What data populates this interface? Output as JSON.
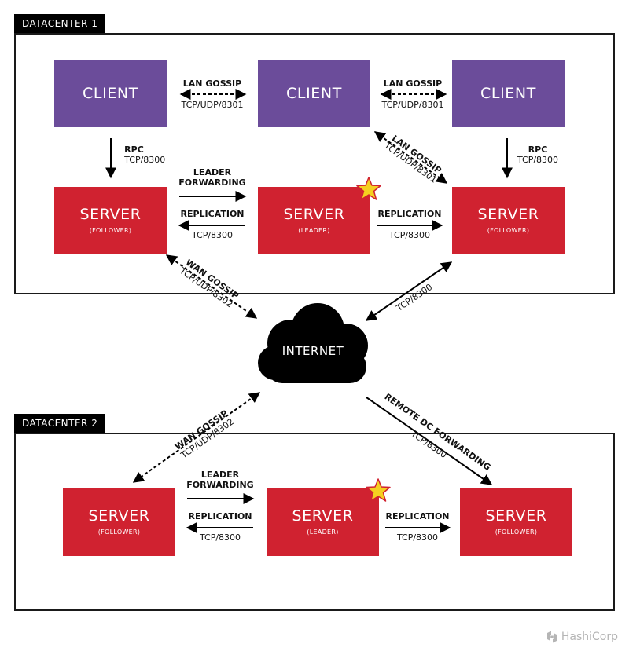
{
  "datacenter1": {
    "label": "DATACENTER 1"
  },
  "datacenter2": {
    "label": "DATACENTER 2"
  },
  "nodes": {
    "client": "CLIENT",
    "server": "SERVER",
    "follower": "(FOLLOWER)",
    "leader": "(LEADER)",
    "internet": "INTERNET"
  },
  "links": {
    "lan_gossip": "LAN GOSSIP",
    "lan_gossip_port": "TCP/UDP/8301",
    "rpc": "RPC",
    "rpc_port": "TCP/8300",
    "leader": "LEADER",
    "forwarding": "FORWARDING",
    "replication": "REPLICATION",
    "replication_port": "TCP/8300",
    "wan_gossip": "WAN GOSSIP",
    "wan_gossip_port": "TCP/UDP/8302",
    "internet_port": "TCP/8300",
    "remote_dc": "REMOTE DC FORWARDING",
    "remote_dc_port": "TCP/8300"
  },
  "colors": {
    "client": "#6b4c9a",
    "server": "#d02230",
    "cloud": "#000000",
    "star_fill": "#f5d020",
    "star_stroke": "#d02230"
  },
  "brand": {
    "name": "HashiCorp",
    "icon": "hashicorp-logo-icon"
  }
}
